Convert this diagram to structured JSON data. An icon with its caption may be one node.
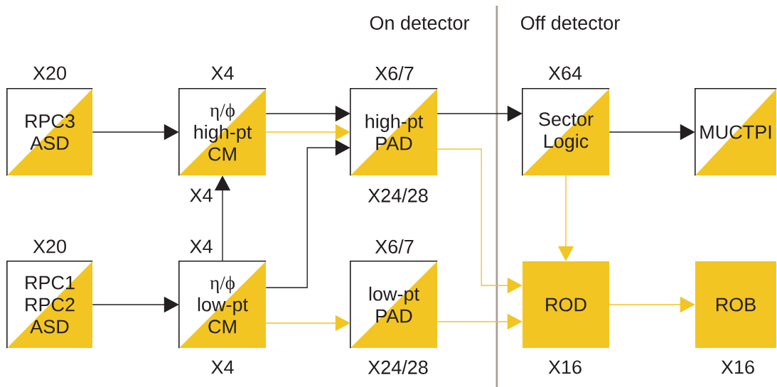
{
  "diagram": {
    "nodes": [
      {
        "text": [
          "RPC3 ASD"
        ],
        "beside": [
          "X20"
        ]
      },
      {
        "text": [
          "η/ϕ",
          "high-pt CM"
        ],
        "beside": [
          "X4",
          "X4"
        ]
      },
      {
        "text": [
          "high-pt PAD"
        ],
        "beside": [
          "X6/7",
          "X24/28"
        ]
      },
      {
        "text": [
          "Sector Logic"
        ],
        "beside": [
          "X64"
        ]
      },
      {
        "text": [
          "MUCTPI"
        ]
      },
      {
        "text": [
          "RPC1 RPC2 ASD"
        ],
        "beside": [
          "X20"
        ]
      },
      {
        "text": [
          "η/ϕ",
          "low-pt CM"
        ],
        "beside": [
          "X4",
          "X4"
        ]
      },
      {
        "text": [
          "low-pt PAD"
        ],
        "beside": [
          "X6/7",
          "X24/28"
        ]
      },
      {
        "text": [
          "ROD"
        ],
        "beside": [
          "X16"
        ]
      },
      {
        "text": [
          "ROB"
        ],
        "beside": [
          "X16"
        ]
      }
    ],
    "edges": [
      {
        "from": 0,
        "to": 1,
        "arrow": "to"
      },
      {
        "from": 1,
        "to": 2,
        "arrow": "to"
      },
      {
        "from": 1,
        "to": 2,
        "arrow": "to",
        "color": "#f2c523"
      },
      {
        "from": 6,
        "to": 2,
        "arrow": "to"
      },
      {
        "from": 6,
        "to": 1,
        "arrow": "to"
      },
      {
        "from": 2,
        "to": 3,
        "arrow": "to"
      },
      {
        "from": 3,
        "to": 4,
        "arrow": "to"
      },
      {
        "from": 5,
        "to": 6,
        "arrow": "to"
      },
      {
        "from": 6,
        "to": 7,
        "arrow": "to",
        "color": "#f2c523"
      },
      {
        "from": 2,
        "to": 8,
        "arrow": "to",
        "color": "#f2c523"
      },
      {
        "from": 7,
        "to": 8,
        "arrow": "to",
        "color": "#f2c523"
      },
      {
        "from": 3,
        "to": 8,
        "arrow": "to",
        "color": "#f2c523"
      },
      {
        "from": 8,
        "to": 9,
        "arrow": "to",
        "color": "#f2c523"
      }
    ],
    "labels": [
      "On detector",
      "Off detector"
    ]
  }
}
